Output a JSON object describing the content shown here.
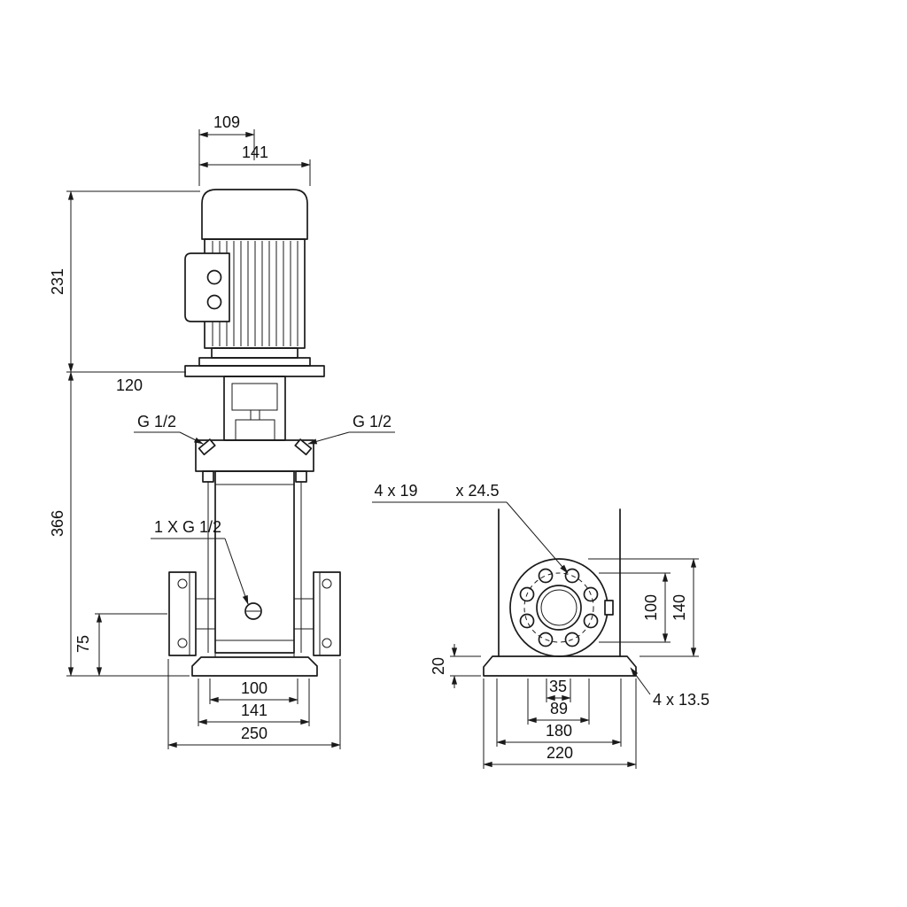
{
  "colors": {
    "line": "#1a1a1a",
    "background": "#ffffff"
  },
  "front_view": {
    "dim_top_109": "109",
    "dim_top_141": "141",
    "dim_left_231": "231",
    "dim_left_120": "120",
    "dim_left_366": "366",
    "plug_left": "G 1/2",
    "plug_right": "G 1/2",
    "drain_plug": "1 X G 1/2",
    "dim_left_75": "75",
    "dim_bottom_100": "100",
    "dim_bottom_141": "141",
    "dim_bottom_250": "250"
  },
  "side_view": {
    "flange_holes": "4 x 19",
    "flange_counterbore": "x 24.5",
    "dim_base_height_20": "20",
    "dim_right_100": "100",
    "dim_right_140": "140",
    "dim_bottom_35": "35",
    "dim_bottom_89": "89",
    "dim_bottom_180": "180",
    "dim_bottom_220": "220",
    "base_holes": "4 x 13.5"
  }
}
